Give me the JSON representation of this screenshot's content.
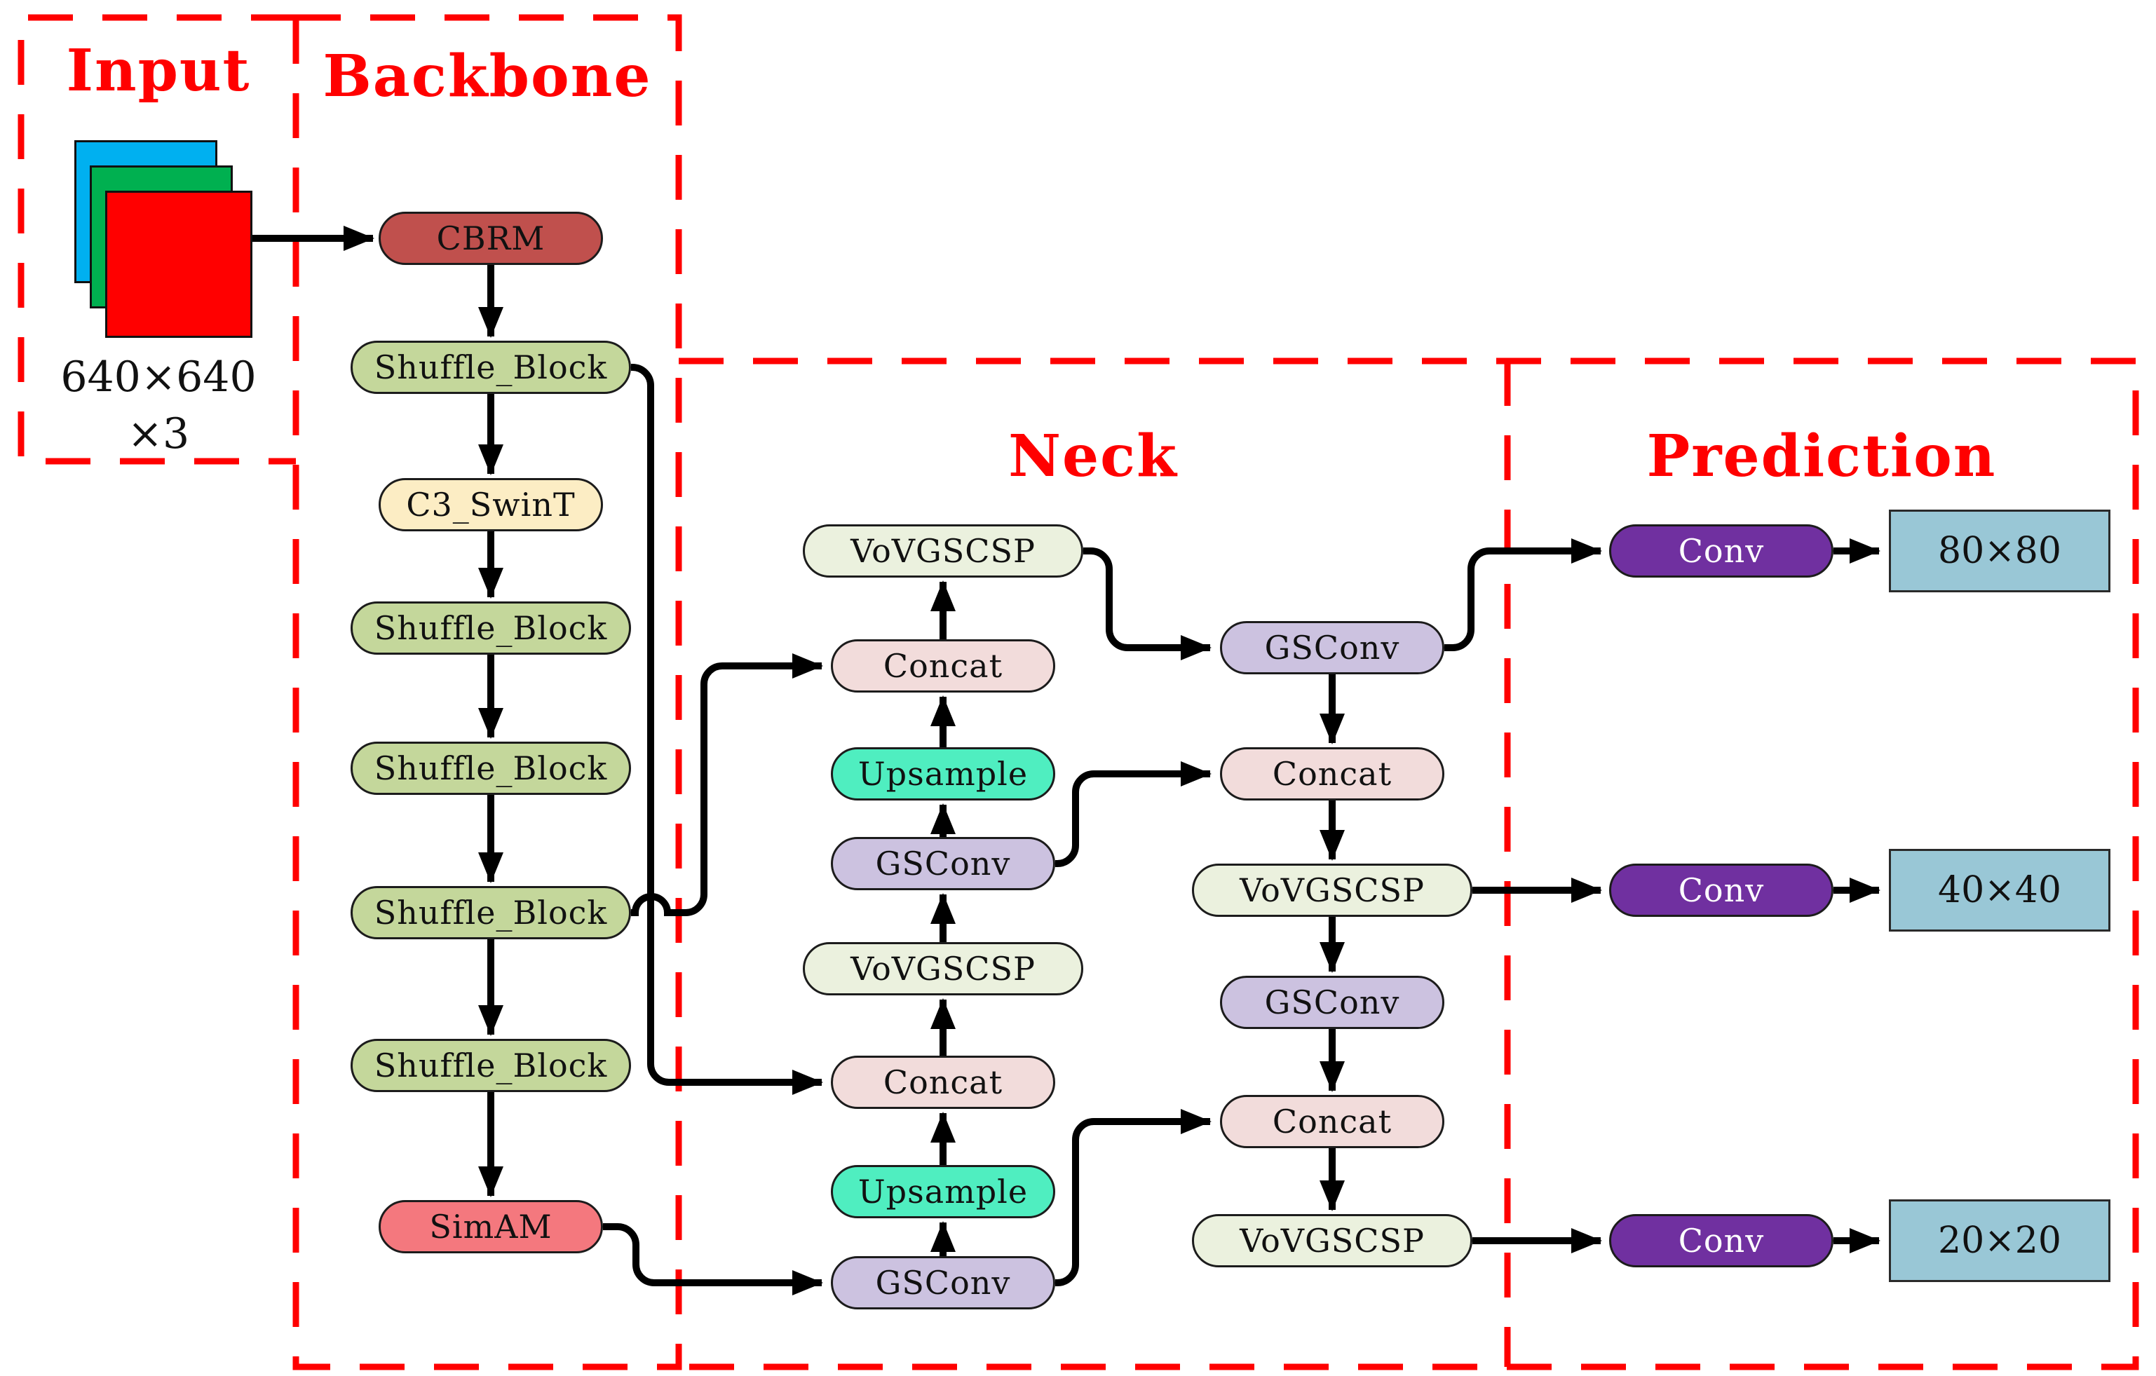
{
  "sections": {
    "input": {
      "title": "Input"
    },
    "backbone": {
      "title": "Backbone"
    },
    "neck": {
      "title": "Neck"
    },
    "prediction": {
      "title": "Prediction"
    }
  },
  "input": {
    "dimensions": "640×640",
    "channels": "×3",
    "image_layers": [
      "blue",
      "green",
      "red"
    ]
  },
  "nodes": {
    "cbrm": "CBRM",
    "shuffle_block": "Shuffle_Block",
    "c3_swint": "C3_SwinT",
    "simam": "SimAM",
    "vovgscsp": "VoVGSCSP",
    "concat": "Concat",
    "upsample": "Upsample",
    "gsconv": "GSConv",
    "conv": "Conv"
  },
  "prediction_outputs": [
    "80×80",
    "40×40",
    "20×20"
  ],
  "palette": {
    "section_title": "#FF0000",
    "dashed_border": "#FF0000",
    "arrow": "#000000",
    "cbrm": "#C0504D",
    "shuffle_block": "#C4D79B",
    "c3_swint": "#FCEDC4",
    "simam": "#F4787E",
    "vovgscsp": "#EBF1DE",
    "concat": "#F2DCDB",
    "upsample": "#4FEEC0",
    "gsconv": "#CCC2E0",
    "conv": "#7030A0",
    "conv_text": "#FFFFFF",
    "feature_map": "#99C7D6",
    "input_layer_blue": "#00B0F0",
    "input_layer_green": "#00B050",
    "input_layer_red": "#FF0000"
  }
}
